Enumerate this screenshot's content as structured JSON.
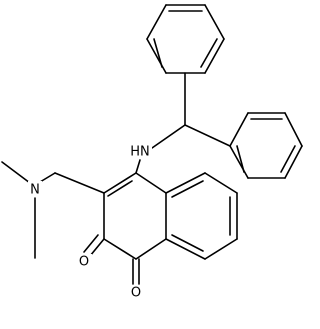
{
  "molecule": {
    "atom_labels": {
      "nh": "HN",
      "n": "N",
      "o_upper": "O",
      "o_lower": "O"
    },
    "colors": {
      "bond": "#000000",
      "label": "#000000",
      "background": "#ffffff"
    }
  }
}
